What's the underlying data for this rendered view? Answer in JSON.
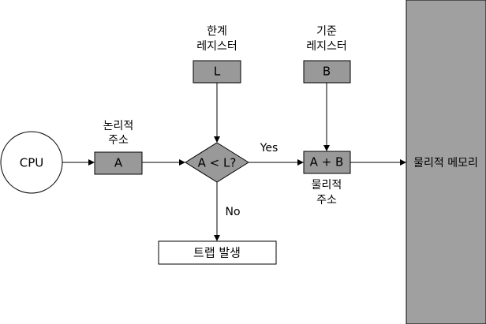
{
  "nodes": {
    "cpu": "CPU",
    "logical_label_1": "논리적",
    "logical_label_2": "주소",
    "reg_a": "A",
    "limit_label_1": "한계",
    "limit_label_2": "레지스터",
    "reg_l": "L",
    "compare": "A < L?",
    "yes": "Yes",
    "no": "No",
    "base_label_1": "기준",
    "base_label_2": "레지스터",
    "reg_b": "B",
    "sum": "A + B",
    "physical_label_1": "물리적",
    "physical_label_2": "주소",
    "trap": "트랩 발생",
    "memory": "물리적 메모리"
  },
  "colors": {
    "box_fill": "#999999",
    "memory_fill": "#a0a0a0",
    "stroke": "#000000",
    "background": "#ffffff"
  }
}
